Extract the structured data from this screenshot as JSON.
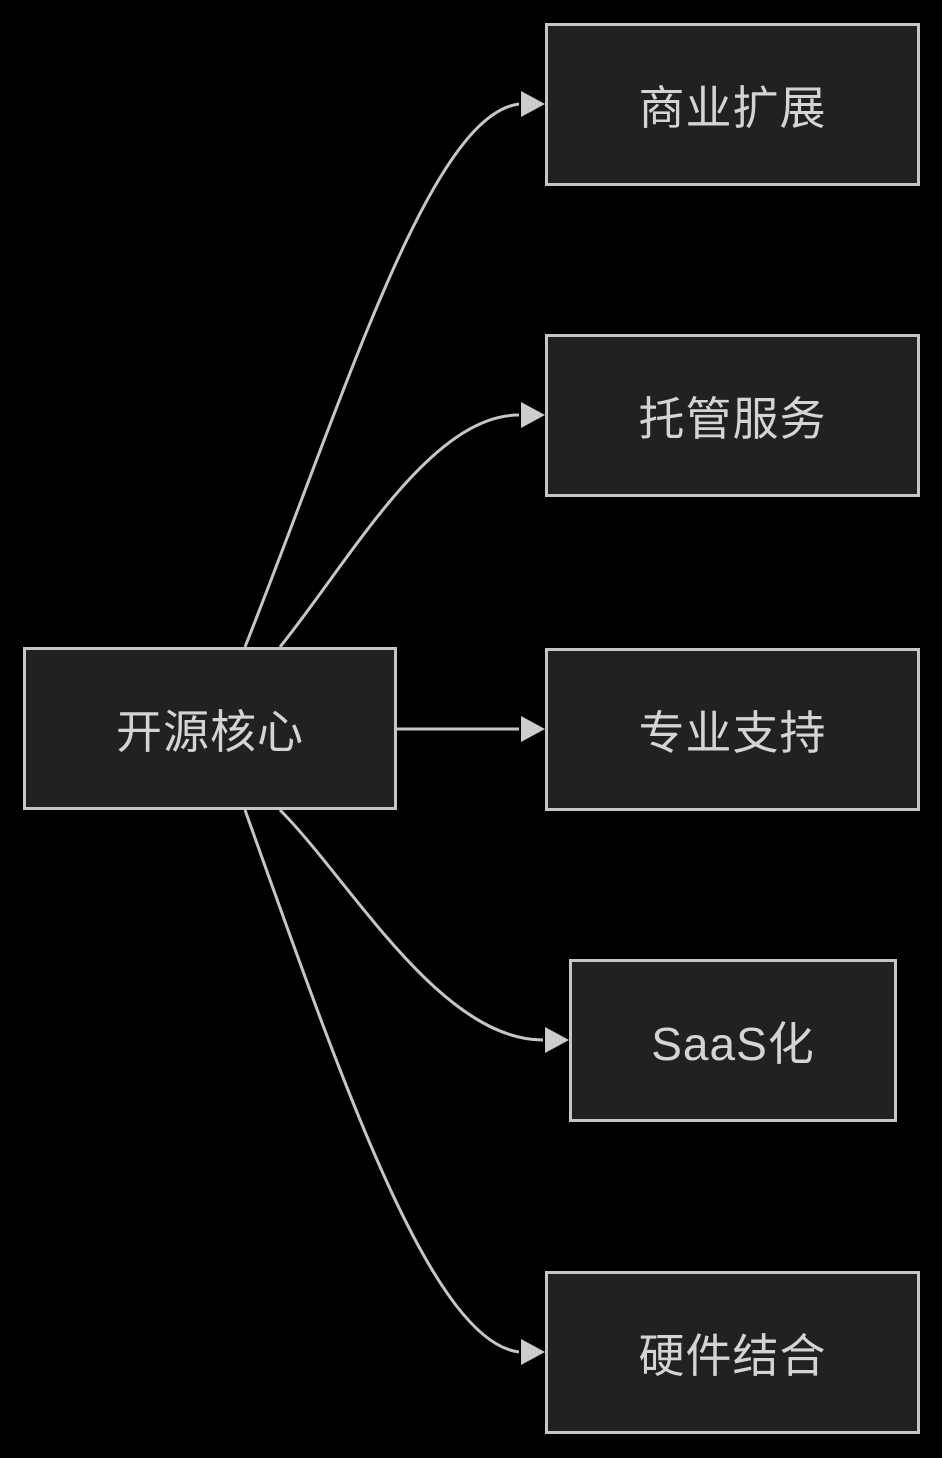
{
  "diagram": {
    "type": "flowchart",
    "direction": "left-to-right",
    "center_node": {
      "id": "core",
      "label": "开源核心"
    },
    "target_nodes": [
      {
        "id": "biz",
        "label": "商业扩展"
      },
      {
        "id": "hosting",
        "label": "托管服务"
      },
      {
        "id": "support",
        "label": "专业支持"
      },
      {
        "id": "saas",
        "label": "SaaS化"
      },
      {
        "id": "hardware",
        "label": "硬件结合"
      }
    ],
    "edges": [
      {
        "from": "开源核心",
        "to": "商业扩展",
        "arrow": "filled-triangle"
      },
      {
        "from": "开源核心",
        "to": "托管服务",
        "arrow": "filled-triangle"
      },
      {
        "from": "开源核心",
        "to": "专业支持",
        "arrow": "filled-triangle"
      },
      {
        "from": "开源核心",
        "to": "SaaS化",
        "arrow": "filled-triangle"
      },
      {
        "from": "开源核心",
        "to": "硬件结合",
        "arrow": "filled-triangle"
      }
    ],
    "colors": {
      "background": "#000000",
      "node_fill": "#212121",
      "node_border": "#c6c6c6",
      "node_text": "#d4d4d4",
      "edge_line": "#c6c6c6",
      "arrowhead": "#cccccc"
    }
  }
}
